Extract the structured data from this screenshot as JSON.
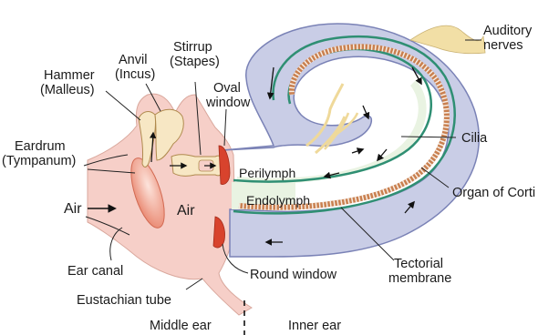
{
  "labels": {
    "auditory_nerves": [
      "Auditory",
      "nerves"
    ],
    "hammer": [
      "Hammer",
      "(Malleus)"
    ],
    "anvil": [
      "Anvil",
      "(Incus)"
    ],
    "stirrup": [
      "Stirrup",
      "(Stapes)"
    ],
    "oval_window": [
      "Oval",
      "window"
    ],
    "eardrum": [
      "Eardrum",
      "(Tympanum)"
    ],
    "cilia": "Cilia",
    "perilymph": "Perilymph",
    "endolymph": "Endolymph",
    "organ_of_corti": "Organ of Corti",
    "air_outer": "Air",
    "air_middle": "Air",
    "ear_canal": "Ear canal",
    "round_window": "Round window",
    "tectorial_membrane": [
      "Tectorial",
      "membrane"
    ],
    "eustachian_tube": "Eustachian tube",
    "middle_ear": "Middle ear",
    "inner_ear": "Inner ear"
  },
  "colors": {
    "tissue_pink": "#f6cfc8",
    "cochlea_fill": "#c9cde6",
    "cochlea_edge": "#7a82b6",
    "endolymph_band": "#e9f3e2",
    "membrane_green": "#2f8f73",
    "corti_orange": "#c98050",
    "window_red": "#d8432d",
    "bone_cream": "#f7e7c4",
    "nerve_cream": "#f2dfa6"
  }
}
